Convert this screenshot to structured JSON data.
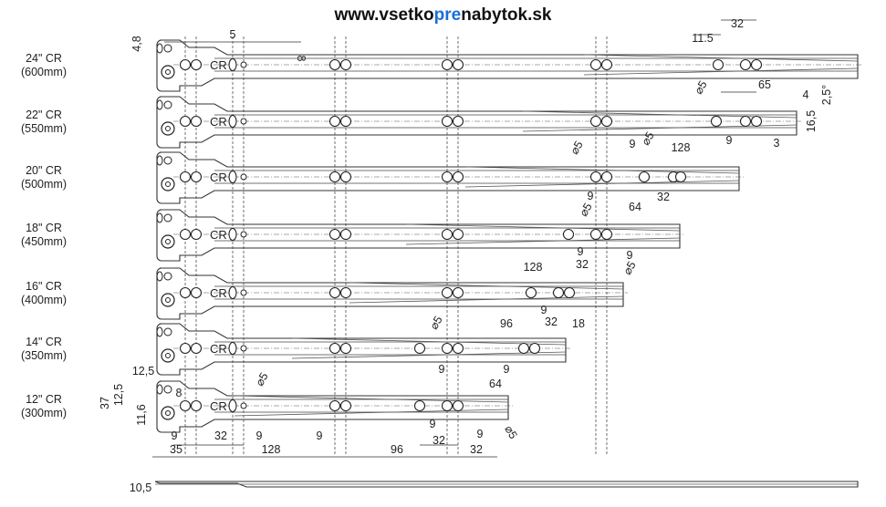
{
  "header": {
    "site_prefix": "www.vsetko",
    "site_highlight": "pre",
    "site_suffix": "nabytok.sk",
    "highlight_color": "#1a6fd6"
  },
  "rails": [
    {
      "size": "24\" CR",
      "length": "(600mm)"
    },
    {
      "size": "22\" CR",
      "length": "(550mm)"
    },
    {
      "size": "20\" CR",
      "length": "(500mm)"
    },
    {
      "size": "18\" CR",
      "length": "(450mm)"
    },
    {
      "size": "16\" CR",
      "length": "(400mm)"
    },
    {
      "size": "14\" CR",
      "length": "(350mm)"
    },
    {
      "size": "12\" CR",
      "length": "(300mm)"
    }
  ],
  "cr_mark": "CR",
  "dimensions": [
    "5",
    "4,8",
    "8",
    "11.5",
    "32",
    "⌀5",
    "65",
    "4",
    "2,5°",
    "16,5",
    "9",
    "3",
    "9",
    "⌀5",
    "128",
    "⌀5",
    "9",
    "32",
    "64",
    "⌀5",
    "9",
    "9",
    "32",
    "128",
    "⌀5",
    "9",
    "32",
    "18",
    "96",
    "⌀5",
    "9",
    "9",
    "64",
    "⌀5",
    "12,5",
    "12,5",
    "37",
    "11,6",
    "8",
    "9",
    "35",
    "32",
    "9",
    "128",
    "9",
    "96",
    "9",
    "32",
    "9",
    "32",
    "⌀5",
    "10,5"
  ]
}
